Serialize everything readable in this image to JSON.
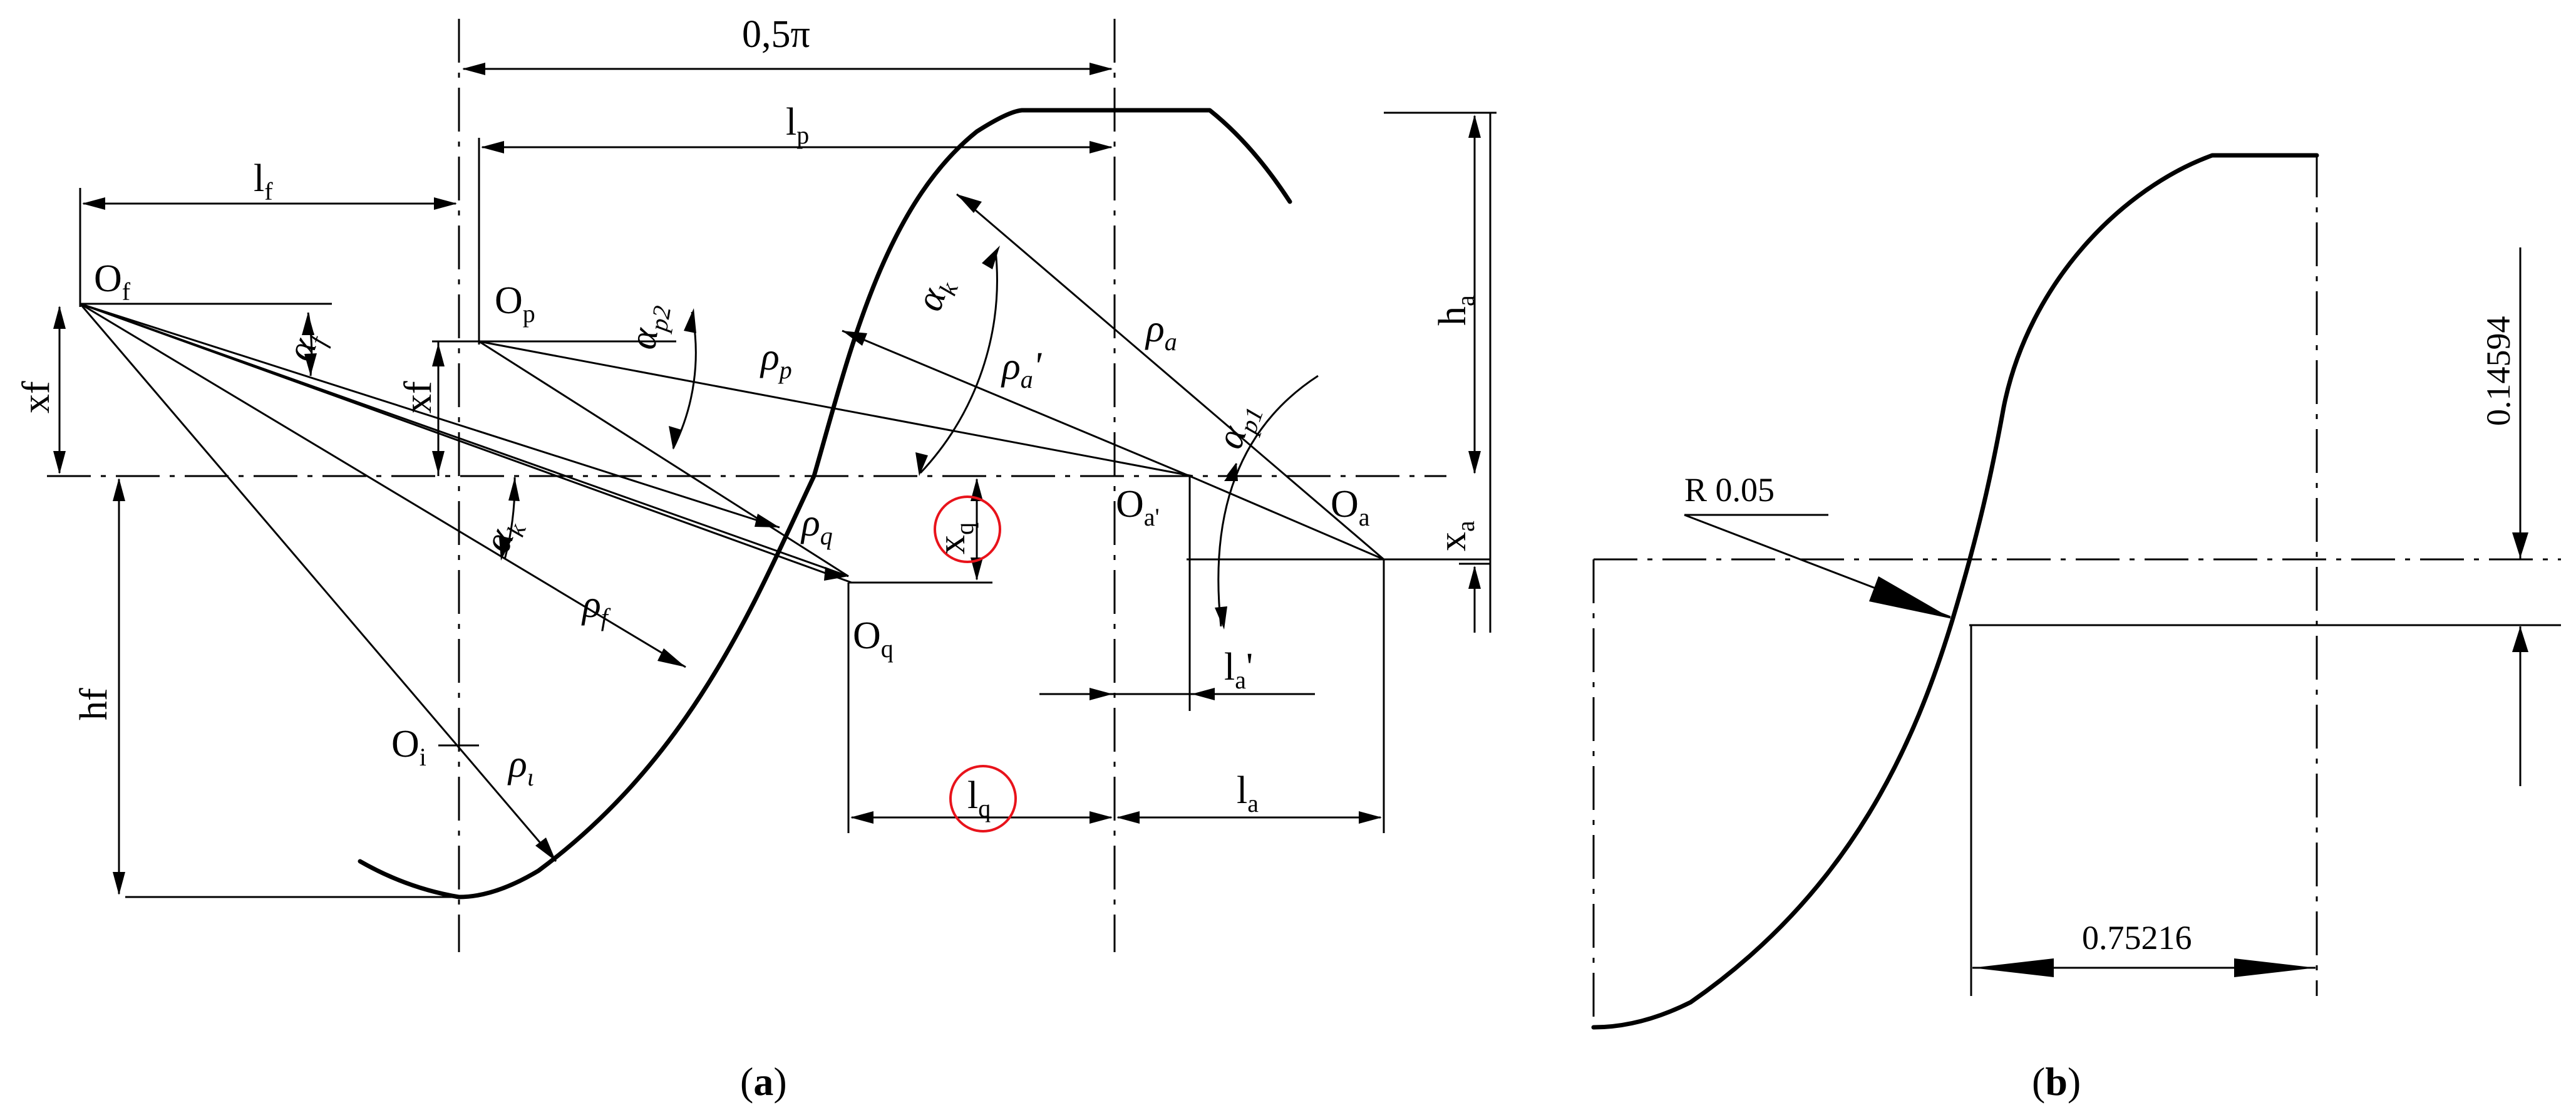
{
  "panel_a": {
    "caption_open": "(",
    "caption_letter": "a",
    "caption_close": ")",
    "half_pi": "0,5π",
    "l_f": "l",
    "l_f_sub": "f",
    "l_p": "l",
    "l_p_sub": "p",
    "x_f": "xf",
    "x_f2": "xf",
    "h_f": "hf",
    "h_a": "h",
    "h_a_sub": "a",
    "x_a": "x",
    "x_a_sub": "a",
    "x_q": "x",
    "x_q_sub": "q",
    "l_q": "l",
    "l_q_sub": "q",
    "l_a": "l",
    "l_a_sub": "a",
    "l_a_prime": "l",
    "l_a_prime_sub": "a",
    "l_a_prime_mark": "'",
    "O_f": "O",
    "O_f_sub": "f",
    "O_p": "O",
    "O_p_sub": "p",
    "O_q": "O",
    "O_q_sub": "q",
    "O_i": "O",
    "O_i_sub": "i",
    "O_a": "O",
    "O_a_sub": "a",
    "O_a_prime": "O",
    "O_a_prime_sub": "a'",
    "rho_f": "ρ",
    "rho_f_sub": "f",
    "rho_p": "ρ",
    "rho_p_sub": "p",
    "rho_q": "ρ",
    "rho_q_sub": "q",
    "rho_i": "ρ",
    "rho_i_sub": "ι",
    "rho_a": "ρ",
    "rho_a_sub": "a",
    "rho_a_prime": "ρ",
    "rho_a_prime_sub": "a",
    "rho_a_prime_mark": "'",
    "alpha_f": "α",
    "alpha_f_sub": "f",
    "alpha_k_left": "α",
    "alpha_k_left_sub": "k",
    "alpha_k_top": "α",
    "alpha_k_top_sub": "k",
    "alpha_p2": "α",
    "alpha_p2_sub": "p2",
    "alpha_p1": "α",
    "alpha_p1_sub": "p1"
  },
  "panel_b": {
    "caption_open": "(",
    "caption_letter": "b",
    "caption_close": ")",
    "radius_label": "R 0.05",
    "height_value": "0.14594",
    "width_value": "0.75216"
  },
  "colors": {
    "line": "#000000",
    "highlight": "#e8131b",
    "background": "#ffffff"
  }
}
